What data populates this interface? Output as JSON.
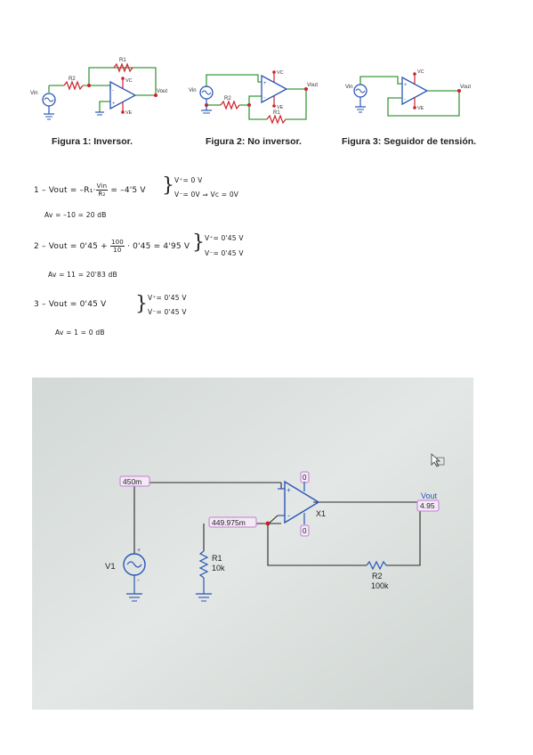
{
  "figures": [
    {
      "caption": "Figura 1: Inversor.",
      "labels": {
        "r1": "R1",
        "r2": "R2",
        "vin": "Vin",
        "vc": "VC",
        "ve": "VE",
        "vout": "Vout",
        "plus": "+",
        "minus": "-"
      }
    },
    {
      "caption": "Figura 2: No inversor.",
      "labels": {
        "r1": "R1",
        "r2": "R2",
        "vin": "Vin",
        "vc": "VC",
        "ve": "VE",
        "vout": "Vout",
        "plus": "+",
        "minus": "-"
      }
    },
    {
      "caption": "Figura 3: Seguidor de tensión.",
      "labels": {
        "vin": "Vin",
        "vc": "VC",
        "ve": "VE",
        "vout": "Vout",
        "plus": "+",
        "minus": "-"
      }
    }
  ],
  "notes": {
    "n1": {
      "prefix": "1 –  Vout = –R₁·",
      "frac_num": "Vin",
      "frac_den": "R₂",
      "suffix": " = –4'5 V",
      "brace": "}",
      "cond1": "V⁺= 0 V",
      "cond2": "V⁻= 0V ⇒ Vc = 0V",
      "gain": "Av = –10 = 20 dB"
    },
    "n2": {
      "prefix": "2 –  Vout = 0'45 + ",
      "frac_num": "100",
      "frac_den": "10",
      "suffix": " · 0'45 = 4'95 V",
      "brace": "}",
      "cond1": "V⁺= 0'45 V",
      "cond2": "V⁻= 0'45 V",
      "gain": "Av = 11 = 20'83 dB"
    },
    "n3": {
      "text": "3 –  Vout = 0'45 V",
      "brace": "}",
      "cond1": "V⁺= 0'45 V",
      "cond2": "V⁻= 0'45 V",
      "gain": "Av = 1 = 0 dB"
    }
  },
  "simulation": {
    "probe_vin": "450m",
    "probe_vminus": "449.975m",
    "probe_vc": "0",
    "probe_ve": "0",
    "probe_vout": "4.95",
    "vout_label": "Vout",
    "opamp": "X1",
    "source": "V1",
    "r1_name": "R1",
    "r1_value": "10k",
    "r2_name": "R2",
    "r2_value": "100k",
    "plus": "+",
    "minus": "-"
  },
  "colors": {
    "wire_green": "#3a9a3a",
    "wire_black": "#222222",
    "node_red": "#d0202c",
    "component_blue": "#2a56b8",
    "probe_pink": "#c77bd6",
    "screen_bg": "#dfe4e2"
  }
}
